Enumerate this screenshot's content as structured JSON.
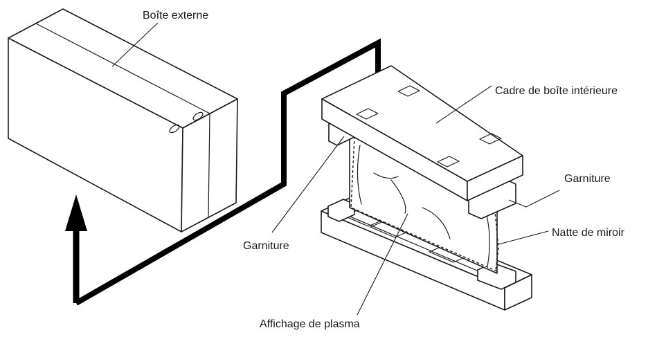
{
  "labels": {
    "outer_box": "Boîte externe",
    "inner_frame": "Cadre de boîte intérieure",
    "packing_right": "Garniture",
    "packing_left": "Garniture",
    "mirror_mat": "Natte de miroir",
    "plasma_display": "Affichage de plasma"
  },
  "colors": {
    "line": "#1a1a1a",
    "background": "#ffffff"
  },
  "icons": {
    "flow_arrow": "thick-arrow-up-icon"
  }
}
